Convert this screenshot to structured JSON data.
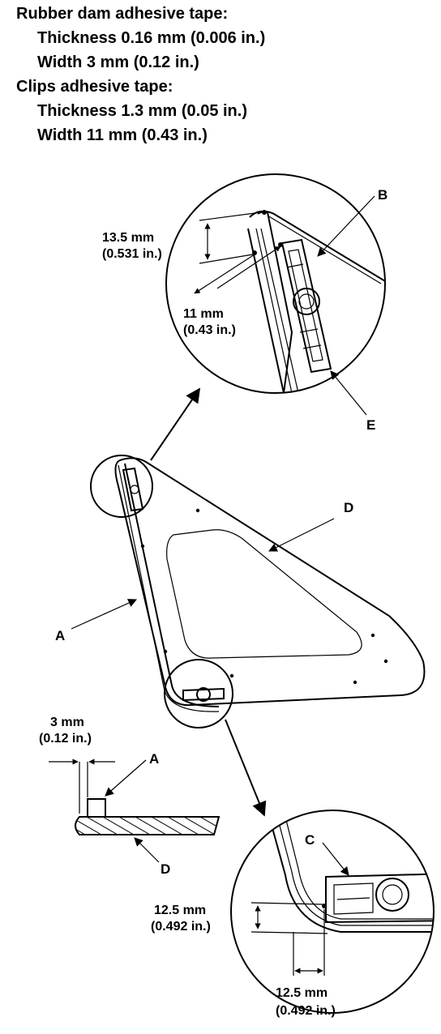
{
  "specs": {
    "rubber_dam": {
      "heading": "Rubber dam adhesive tape:",
      "thickness": "Thickness 0.16 mm (0.006 in.)",
      "width": "Width 3 mm (0.12 in.)"
    },
    "clips": {
      "heading": "Clips adhesive tape:",
      "thickness": "Thickness 1.3 mm (0.05 in.)",
      "width": "Width 11 mm (0.43 in.)"
    }
  },
  "callouts": {
    "a1": "A",
    "a2": "A",
    "b": "B",
    "c": "C",
    "d1": "D",
    "d2": "D",
    "e": "E"
  },
  "dimensions": {
    "top_offset_mm": "13.5 mm",
    "top_offset_in": "(0.531 in.)",
    "clip_width_mm": "11 mm",
    "clip_width_in": "(0.43 in.)",
    "tape_width_mm": "3 mm",
    "tape_width_in": "(0.12 in.)",
    "bottom_vertical_mm": "12.5 mm",
    "bottom_vertical_in": "(0.492 in.)",
    "bottom_horizontal_mm": "12.5 mm",
    "bottom_horizontal_in": "(0.492 in.)"
  }
}
